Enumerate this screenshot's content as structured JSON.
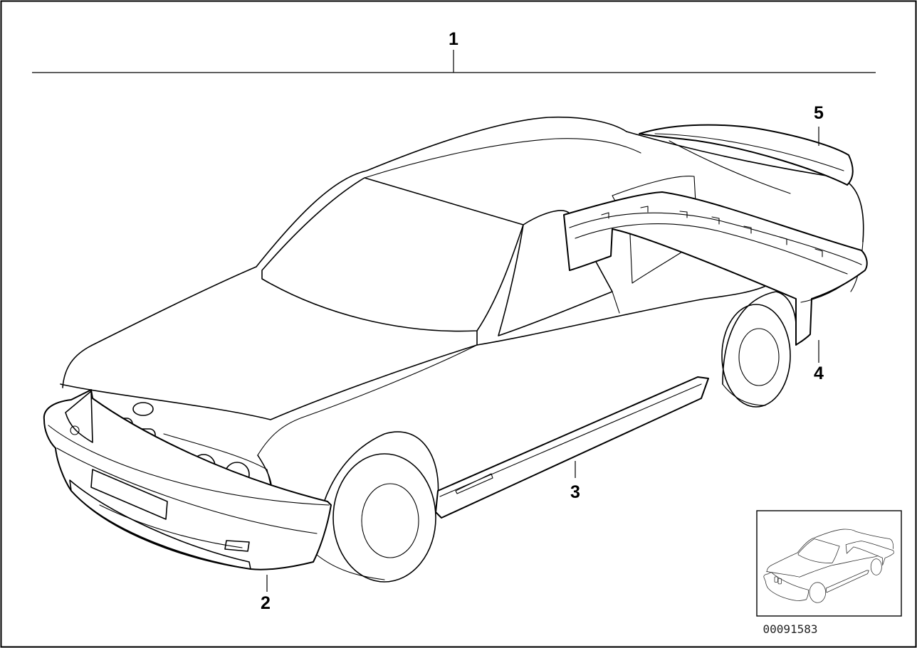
{
  "diagram": {
    "callouts": [
      {
        "id": "1",
        "label": "1"
      },
      {
        "id": "2",
        "label": "2"
      },
      {
        "id": "3",
        "label": "3"
      },
      {
        "id": "4",
        "label": "4"
      },
      {
        "id": "5",
        "label": "5"
      }
    ],
    "drawing_number": "00091583"
  }
}
